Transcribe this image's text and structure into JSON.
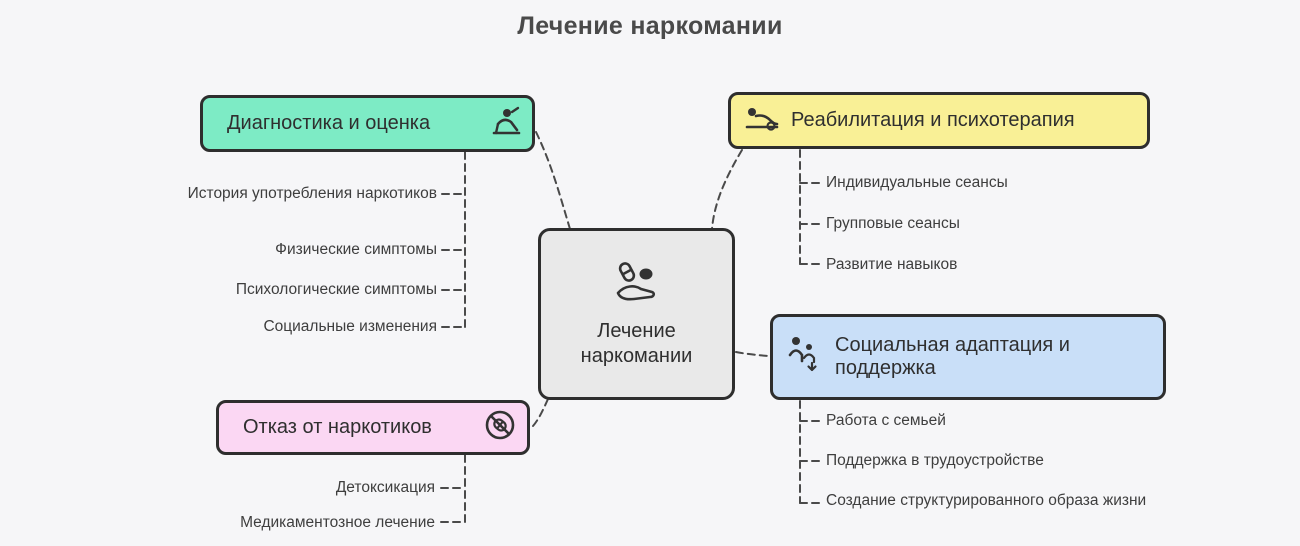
{
  "title": "Лечение наркомании",
  "colors": {
    "background": "#f6f6f8",
    "border": "#2e2e2e",
    "connector": "#4a4a4a",
    "center_fill": "#e9e9e9",
    "diagnostics_fill": "#7debc5",
    "rehabilitation_fill": "#f9f096",
    "refusal_fill": "#fbd7f3",
    "social_fill": "#c9dff8",
    "title_color": "#4a4a4a"
  },
  "center": {
    "label": "Лечение наркомании",
    "icon": "hand-holding-pills-icon"
  },
  "branches": [
    {
      "id": "diagnostics",
      "label": "Диагностика и оценка",
      "icon": "person-at-desk-icon",
      "items": [
        "История употребления наркотиков",
        "Физические симптомы",
        "Психологические симптомы",
        "Социальные изменения"
      ]
    },
    {
      "id": "rehabilitation",
      "label": "Реабилитация и психотерапия",
      "icon": "therapy-session-icon",
      "items": [
        "Индивидуальные сеансы",
        "Групповые сеансы",
        "Развитие навыков"
      ]
    },
    {
      "id": "refusal",
      "label": "Отказ от наркотиков",
      "icon": "no-drugs-icon",
      "items": [
        "Детоксикация",
        "Медикаментозное лечение"
      ]
    },
    {
      "id": "social",
      "label": "Социальная адаптация и поддержка",
      "icon": "family-support-icon",
      "items": [
        "Работа с семьей",
        "Поддержка в трудоустройстве",
        "Создание структурированного образа жизни"
      ]
    }
  ]
}
